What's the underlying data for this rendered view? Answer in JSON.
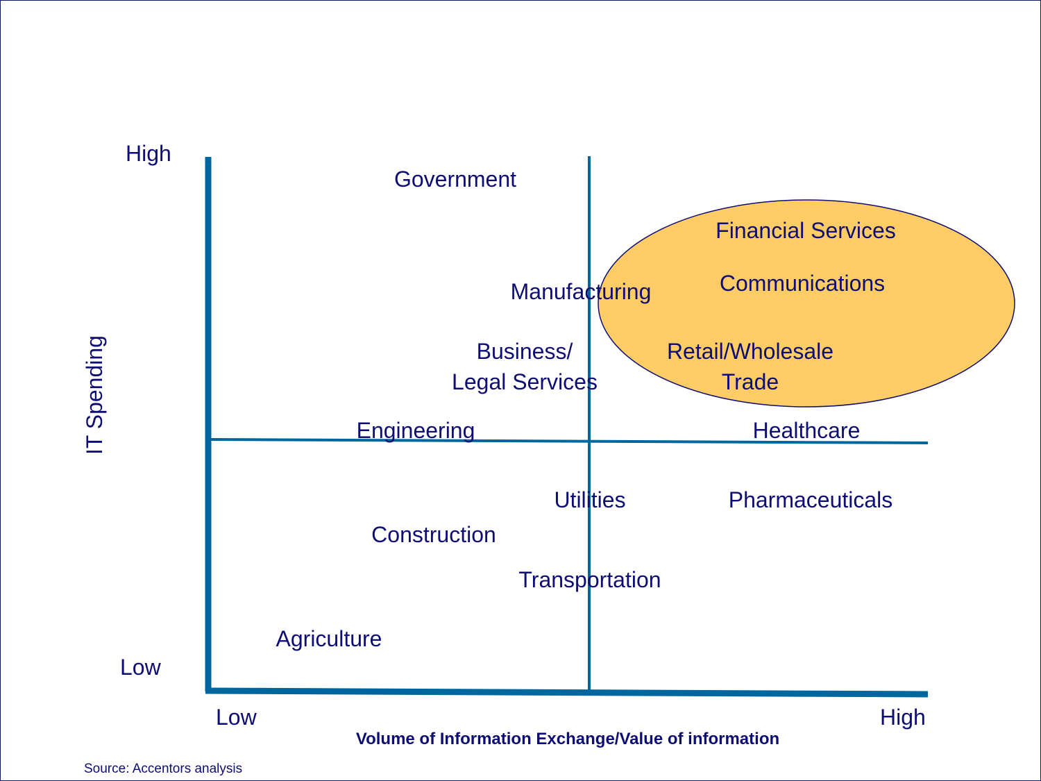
{
  "axes": {
    "y_label": "IT Spending",
    "y_high": "High",
    "y_low": "Low",
    "x_low": "Low",
    "x_high": "High",
    "x_title": "Volume of Information Exchange/Value of information"
  },
  "sectors": {
    "government": "Government",
    "financial_services": "Financial Services",
    "communications": "Communications",
    "manufacturing": "Manufacturing",
    "business_legal": "Business/\nLegal Services",
    "retail_wholesale": "Retail/Wholesale\nTrade",
    "engineering": "Engineering",
    "healthcare": "Healthcare",
    "utilities": "Utilities",
    "pharmaceuticals": "Pharmaceuticals",
    "construction": "Construction",
    "transportation": "Transportation",
    "agriculture": "Agriculture"
  },
  "highlight": {
    "color": "#ffcc66",
    "stroke": "#0d0d73"
  },
  "colors": {
    "axis": "#00669e",
    "text": "#0d0d73"
  },
  "source": "Source: Accentors analysis"
}
